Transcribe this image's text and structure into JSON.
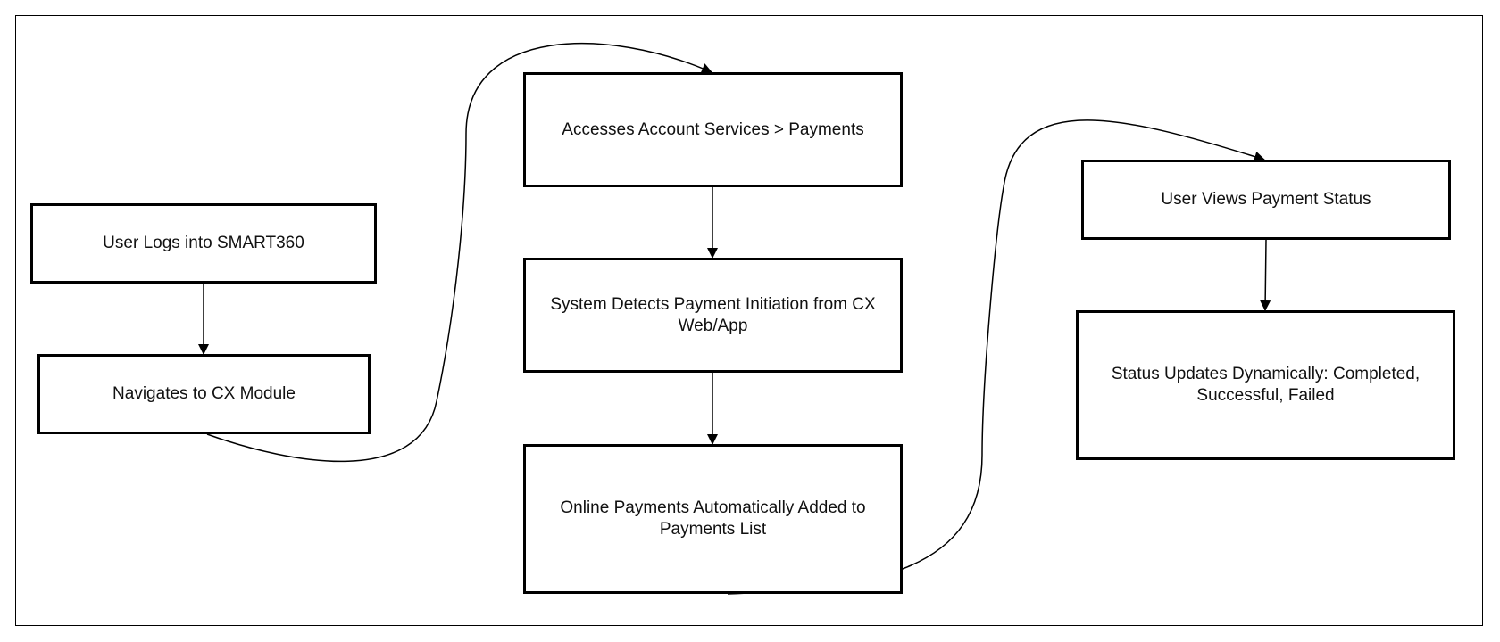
{
  "nodes": {
    "n1": "User Logs into SMART360",
    "n2": "Navigates to CX Module",
    "n3": "Accesses Account Services > Payments",
    "n4": "System Detects Payment Initiation from CX Web/App",
    "n5": "Online Payments Automatically Added to Payments List",
    "n6": "User Views Payment Status",
    "n7": "Status Updates Dynamically: Completed, Successful, Failed"
  },
  "edges": [
    {
      "from": "n1",
      "to": "n2"
    },
    {
      "from": "n2",
      "to": "n3"
    },
    {
      "from": "n3",
      "to": "n4"
    },
    {
      "from": "n4",
      "to": "n5"
    },
    {
      "from": "n5",
      "to": "n6"
    },
    {
      "from": "n6",
      "to": "n7"
    }
  ],
  "colors": {
    "stroke": "#000000",
    "background": "#ffffff"
  }
}
